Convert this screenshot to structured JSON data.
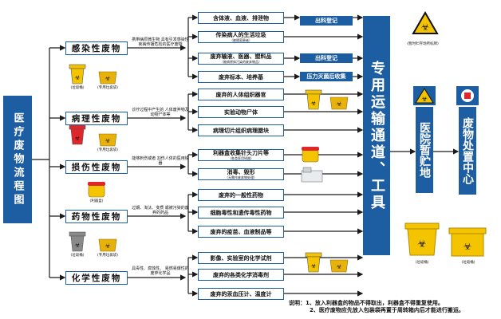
{
  "flow_title": "医疗废物流程图",
  "transport": "专用运输通道、工具",
  "storage": "医院暂贮地",
  "disposal": "废物处置中心",
  "categories": [
    {
      "label": "感染性废物",
      "note": "携带病原微生物 具有引发感染性疾病传播危险的医疗废物"
    },
    {
      "label": "病理性废物",
      "note": "诊疗过程中产生的 人体废弃物及动物尸体等"
    },
    {
      "label": "损伤性废物",
      "note": "能够刺伤或者 割伤人体的医用锐器"
    },
    {
      "label": "药物性废物",
      "note": "过期、淘汰、变质 或被污染的废弃的药品"
    },
    {
      "label": "化学性废物",
      "note": "具毒性、腐蚀性、 易燃易爆性的废弃化学品"
    }
  ],
  "items": [
    {
      "label": "含体液、血液、排泄物",
      "sub": ""
    },
    {
      "label": "传染病人的生活垃圾",
      "sub": "（被隔离患者）"
    },
    {
      "label": "废弃输液、医器、塑料品",
      "sub": "（被病原体污染的废弃物品）"
    },
    {
      "label": "废弃标本、培养基",
      "sub": ""
    },
    {
      "label": "废弃的人体组织器官",
      "sub": ""
    },
    {
      "label": "实验动物尸体",
      "sub": ""
    },
    {
      "label": "病理切片组织病理腊块",
      "sub": ""
    },
    {
      "label": "利器盒收集针头刀片等",
      "sub": "（各类医用锐器）"
    },
    {
      "label": "消毒、毁形",
      "sub": "（无需作废弃物处理）"
    },
    {
      "label": "废弃的一般性药物",
      "sub": ""
    },
    {
      "label": "细胞毒性和遗传毒性药物",
      "sub": ""
    },
    {
      "label": "废弃的疫苗、血液制品等",
      "sub": ""
    },
    {
      "label": "影像、实验室的化学试剂",
      "sub": ""
    },
    {
      "label": "废弃的各类化学消毒剂",
      "sub": ""
    },
    {
      "label": "废弃的汞血压计、温度计",
      "sub": ""
    }
  ],
  "tags": [
    "出科登记",
    "出科登记",
    "压力灭菌后收集"
  ],
  "captions": {
    "bin": "(垃圾桶)",
    "bag": "(专用垃圾袋)",
    "sharps": "(利器盒)",
    "bucket": "(垃圾桶)",
    "warning": "(暂时贮存场所标牌)"
  },
  "notes": [
    "说明：1、放入利器盒的物品不得取出，利器盒不得重复使用。",
    "2、医疗废物应先放入包装袋再置于周转箱内后才能进行搬运。"
  ],
  "colors": {
    "accent": "#1d5ea3",
    "bin_yellow": "#f5c400",
    "bin_red": "#e0262b",
    "bin_gray": "#8a8a8a",
    "bag_yellow": "#e8b20a"
  }
}
